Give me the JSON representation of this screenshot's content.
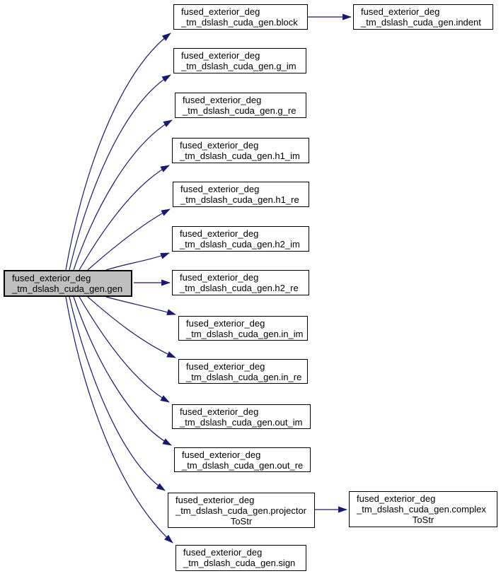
{
  "diagram": {
    "type": "call-graph",
    "edge_color": "#191970",
    "node_fill": "#ffffff",
    "node_border_color": "#000000",
    "focus_node_fill": "#bfbfbf"
  },
  "nodes": {
    "gen": {
      "line1": "fused_exterior_deg",
      "line2": "_tm_dslash_cuda_gen.gen"
    },
    "block": {
      "line1": "fused_exterior_deg",
      "line2": "_tm_dslash_cuda_gen.block"
    },
    "indent": {
      "line1": "fused_exterior_deg",
      "line2": "_tm_dslash_cuda_gen.indent"
    },
    "g_im": {
      "line1": "fused_exterior_deg",
      "line2": "_tm_dslash_cuda_gen.g_im"
    },
    "g_re": {
      "line1": "fused_exterior_deg",
      "line2": "_tm_dslash_cuda_gen.g_re"
    },
    "h1_im": {
      "line1": "fused_exterior_deg",
      "line2": "_tm_dslash_cuda_gen.h1_im"
    },
    "h1_re": {
      "line1": "fused_exterior_deg",
      "line2": "_tm_dslash_cuda_gen.h1_re"
    },
    "h2_im": {
      "line1": "fused_exterior_deg",
      "line2": "_tm_dslash_cuda_gen.h2_im"
    },
    "h2_re": {
      "line1": "fused_exterior_deg",
      "line2": "_tm_dslash_cuda_gen.h2_re"
    },
    "in_im": {
      "line1": "fused_exterior_deg",
      "line2": "_tm_dslash_cuda_gen.in_im"
    },
    "in_re": {
      "line1": "fused_exterior_deg",
      "line2": "_tm_dslash_cuda_gen.in_re"
    },
    "out_im": {
      "line1": "fused_exterior_deg",
      "line2": "_tm_dslash_cuda_gen.out_im"
    },
    "out_re": {
      "line1": "fused_exterior_deg",
      "line2": "_tm_dslash_cuda_gen.out_re"
    },
    "projectorToStr": {
      "line1": "fused_exterior_deg",
      "line2": "_tm_dslash_cuda_gen.projector",
      "line3": "ToStr"
    },
    "complexToStr": {
      "line1": "fused_exterior_deg",
      "line2": "_tm_dslash_cuda_gen.complex",
      "line3": "ToStr"
    },
    "sign": {
      "line1": "fused_exterior_deg",
      "line2": "_tm_dslash_cuda_gen.sign"
    }
  },
  "edges": [
    {
      "from": "gen",
      "to": "block"
    },
    {
      "from": "gen",
      "to": "g_im"
    },
    {
      "from": "gen",
      "to": "g_re"
    },
    {
      "from": "gen",
      "to": "h1_im"
    },
    {
      "from": "gen",
      "to": "h1_re"
    },
    {
      "from": "gen",
      "to": "h2_im"
    },
    {
      "from": "gen",
      "to": "h2_re"
    },
    {
      "from": "gen",
      "to": "in_im"
    },
    {
      "from": "gen",
      "to": "in_re"
    },
    {
      "from": "gen",
      "to": "out_im"
    },
    {
      "from": "gen",
      "to": "out_re"
    },
    {
      "from": "gen",
      "to": "projectorToStr"
    },
    {
      "from": "gen",
      "to": "sign"
    },
    {
      "from": "block",
      "to": "indent"
    },
    {
      "from": "projectorToStr",
      "to": "complexToStr"
    }
  ]
}
